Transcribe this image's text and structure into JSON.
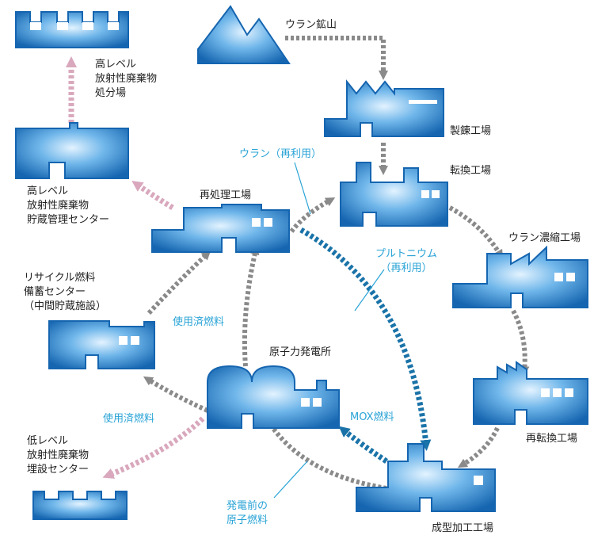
{
  "facilities": {
    "uranium_mine": "ウラン鉱山",
    "refining_plant": "製錬工場",
    "conversion_plant": "転換工場",
    "enrichment_plant": "ウラン濃縮工場",
    "reconversion_plant": "再転換工場",
    "fabrication_plant": "成型加工工場",
    "power_plant": "原子力発電所",
    "reprocessing_plant": "再処理工場",
    "hlw_storage": [
      "高レベル",
      "放射性廃棄物",
      "貯蔵管理センター"
    ],
    "hlw_disposal": [
      "高レベル",
      "放射性廃棄物",
      "処分場"
    ],
    "recycle_storage": [
      "リサイクル燃料",
      "備蓄センター",
      "（中間貯蔵施設）"
    ],
    "llw_burial": [
      "低レベル",
      "放射性廃棄物",
      "埋設センター"
    ]
  },
  "flows": {
    "uranium_reuse": "ウラン（再利用）",
    "plutonium_reuse": [
      "プルトニウム",
      "（再利用）"
    ],
    "spent_fuel_1": "使用済燃料",
    "spent_fuel_2": "使用済燃料",
    "mox_fuel": "MOX燃料",
    "fresh_fuel": [
      "発電前の",
      "原子燃料"
    ]
  },
  "colors": {
    "building_dark": "#1565b0",
    "building_light": "#cfe8fb",
    "arrow_gray": "#8a8a8a",
    "arrow_pink": "#d9a8bd",
    "arrow_teal": "#1a73a8",
    "label_blue": "#29a3d6"
  }
}
